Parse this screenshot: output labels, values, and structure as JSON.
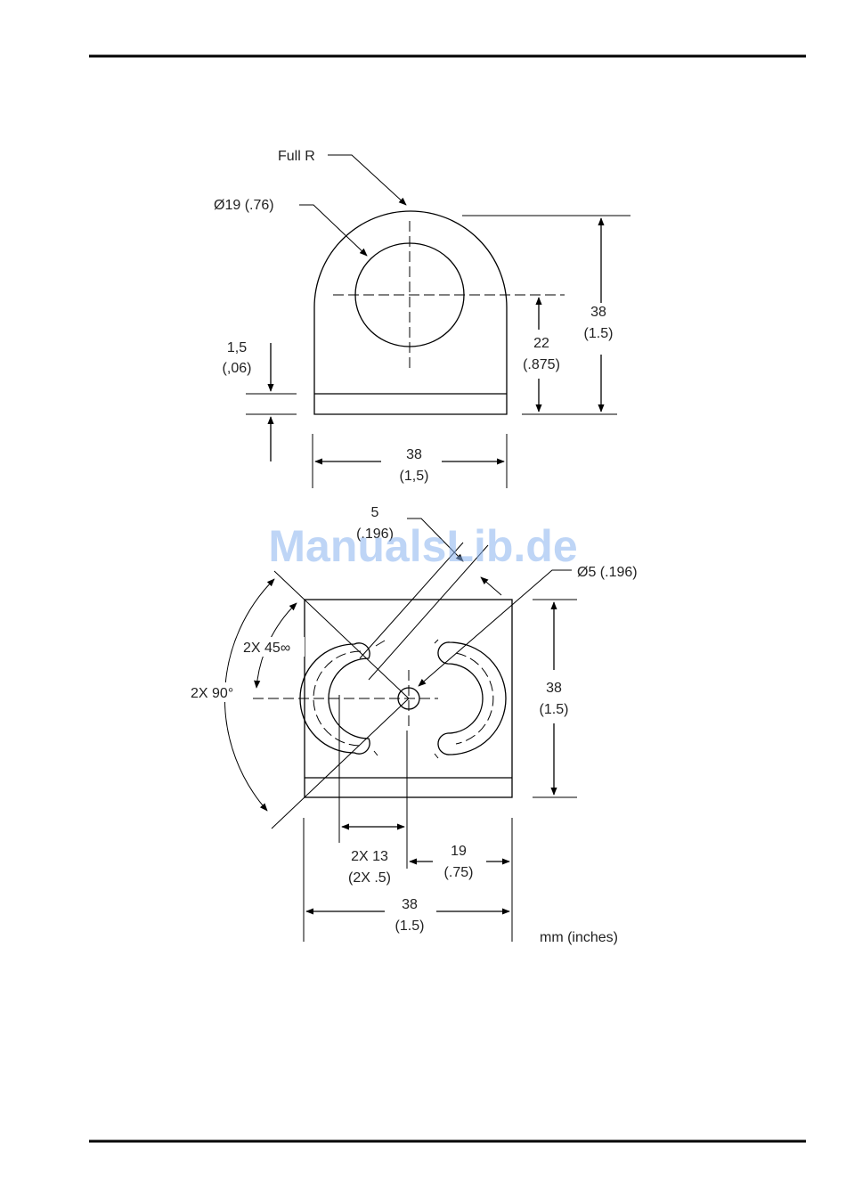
{
  "watermark": "ManualsLib.de",
  "top_view": {
    "full_r": "Full R",
    "hole_dia": "Ø19 (.76)",
    "height_mm": "38",
    "height_in": "(1.5)",
    "hole_height_mm": "22",
    "hole_height_in": "(.875)",
    "thickness_mm": "1,5",
    "thickness_in": "(,06)",
    "width_mm": "38",
    "width_in": "(1,5)"
  },
  "front_view": {
    "slot_width_mm": "5",
    "slot_width_in": "(.196)",
    "center_hole_dia": "Ø5 (.196)",
    "angle_45": "2X 45∞",
    "angle_90": "2X 90°",
    "height_mm": "38",
    "height_in": "(1.5)",
    "slot_offset_mm": "2X 13",
    "slot_offset_in": "(2X .5)",
    "half_width_mm": "19",
    "half_width_in": "(.75)",
    "width_mm": "38",
    "width_in": "(1.5)"
  },
  "units_note": "mm (inches)"
}
